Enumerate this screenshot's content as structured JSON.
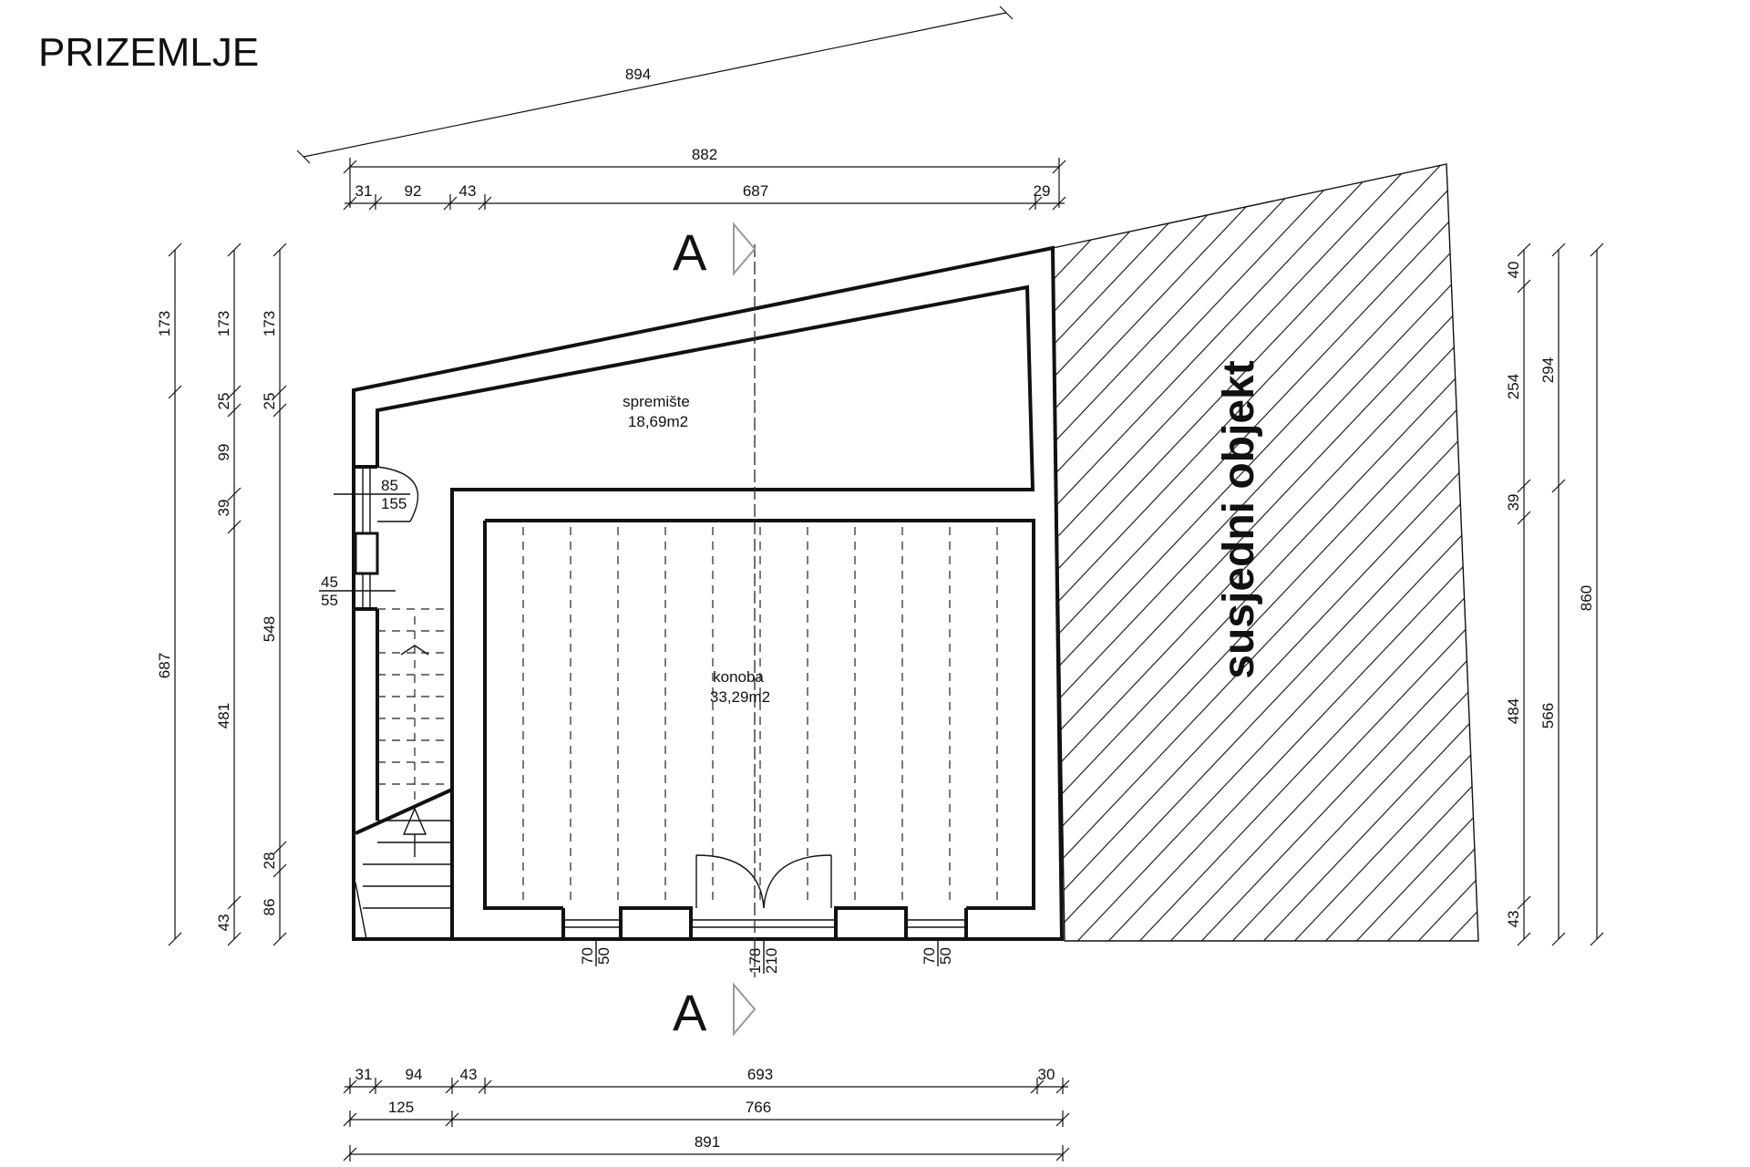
{
  "title": "PRIZEMLJE",
  "rooms": {
    "storage": {
      "name": "spremište",
      "area": "18,69m2"
    },
    "cellar": {
      "name": "konoba",
      "area": "33,29m2"
    }
  },
  "neighbor_label": "susjedni objekt",
  "section_label": "A",
  "dimensions": {
    "top_diagonal": "894",
    "top_total": "882",
    "top_segments": [
      "31",
      "92",
      "43",
      "687",
      "29"
    ],
    "bottom_segments": [
      "31",
      "94",
      "43",
      "693",
      "30"
    ],
    "bottom_mid": [
      "125",
      "766"
    ],
    "bottom_total": "891",
    "left_outer": [
      "173",
      "687"
    ],
    "left_mid": [
      "173",
      "25",
      "99",
      "39",
      "481",
      "43"
    ],
    "left_inner": [
      "173",
      "25",
      "548",
      "28",
      "86"
    ],
    "right_inner": [
      "40",
      "254",
      "39",
      "484",
      "43"
    ],
    "right_mid": [
      "294",
      "566"
    ],
    "right_outer": "860",
    "door_upper": [
      "85",
      "155"
    ],
    "window_left": [
      "45",
      "55"
    ],
    "window_bottom_left": [
      "70",
      "50"
    ],
    "door_bottom": [
      "178",
      "210"
    ],
    "window_bottom_right": [
      "70",
      "50"
    ]
  },
  "icons": {
    "section_marker": "section-arrow-icon",
    "stair_arrow": "up-arrow-icon"
  }
}
